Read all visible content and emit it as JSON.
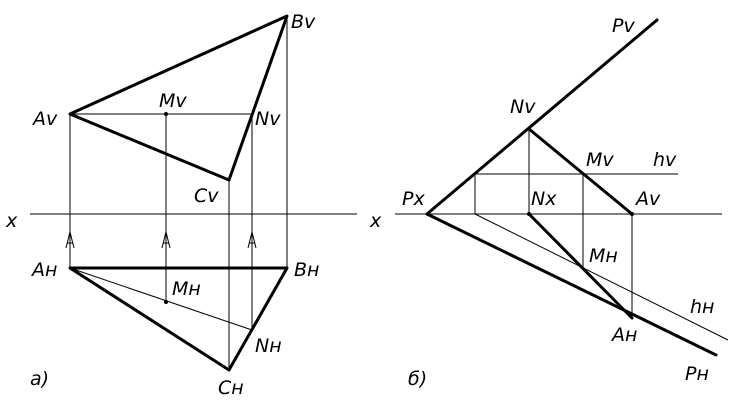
{
  "diagram_a": {
    "caption": "a)",
    "axis_label": "x",
    "labels": {
      "Bv": "Bv",
      "Av": "Av",
      "Mv": "Mv",
      "Nv": "Nv",
      "Cv": "Cv",
      "Ah": "Aн",
      "Mh": "Mн",
      "Bh": "Bн",
      "Nh": "Nн",
      "Ch": "Cн"
    }
  },
  "diagram_b": {
    "caption": "б)",
    "axis_label": "x",
    "labels": {
      "Pv": "Pv",
      "Nv": "Nv",
      "Mv": "Mv",
      "hv": "hv",
      "Px": "Px",
      "Nx": "Nx",
      "Av": "Av",
      "Mh": "Mн",
      "hh": "hн",
      "Ah": "Aн",
      "Ph": "Pн"
    }
  }
}
